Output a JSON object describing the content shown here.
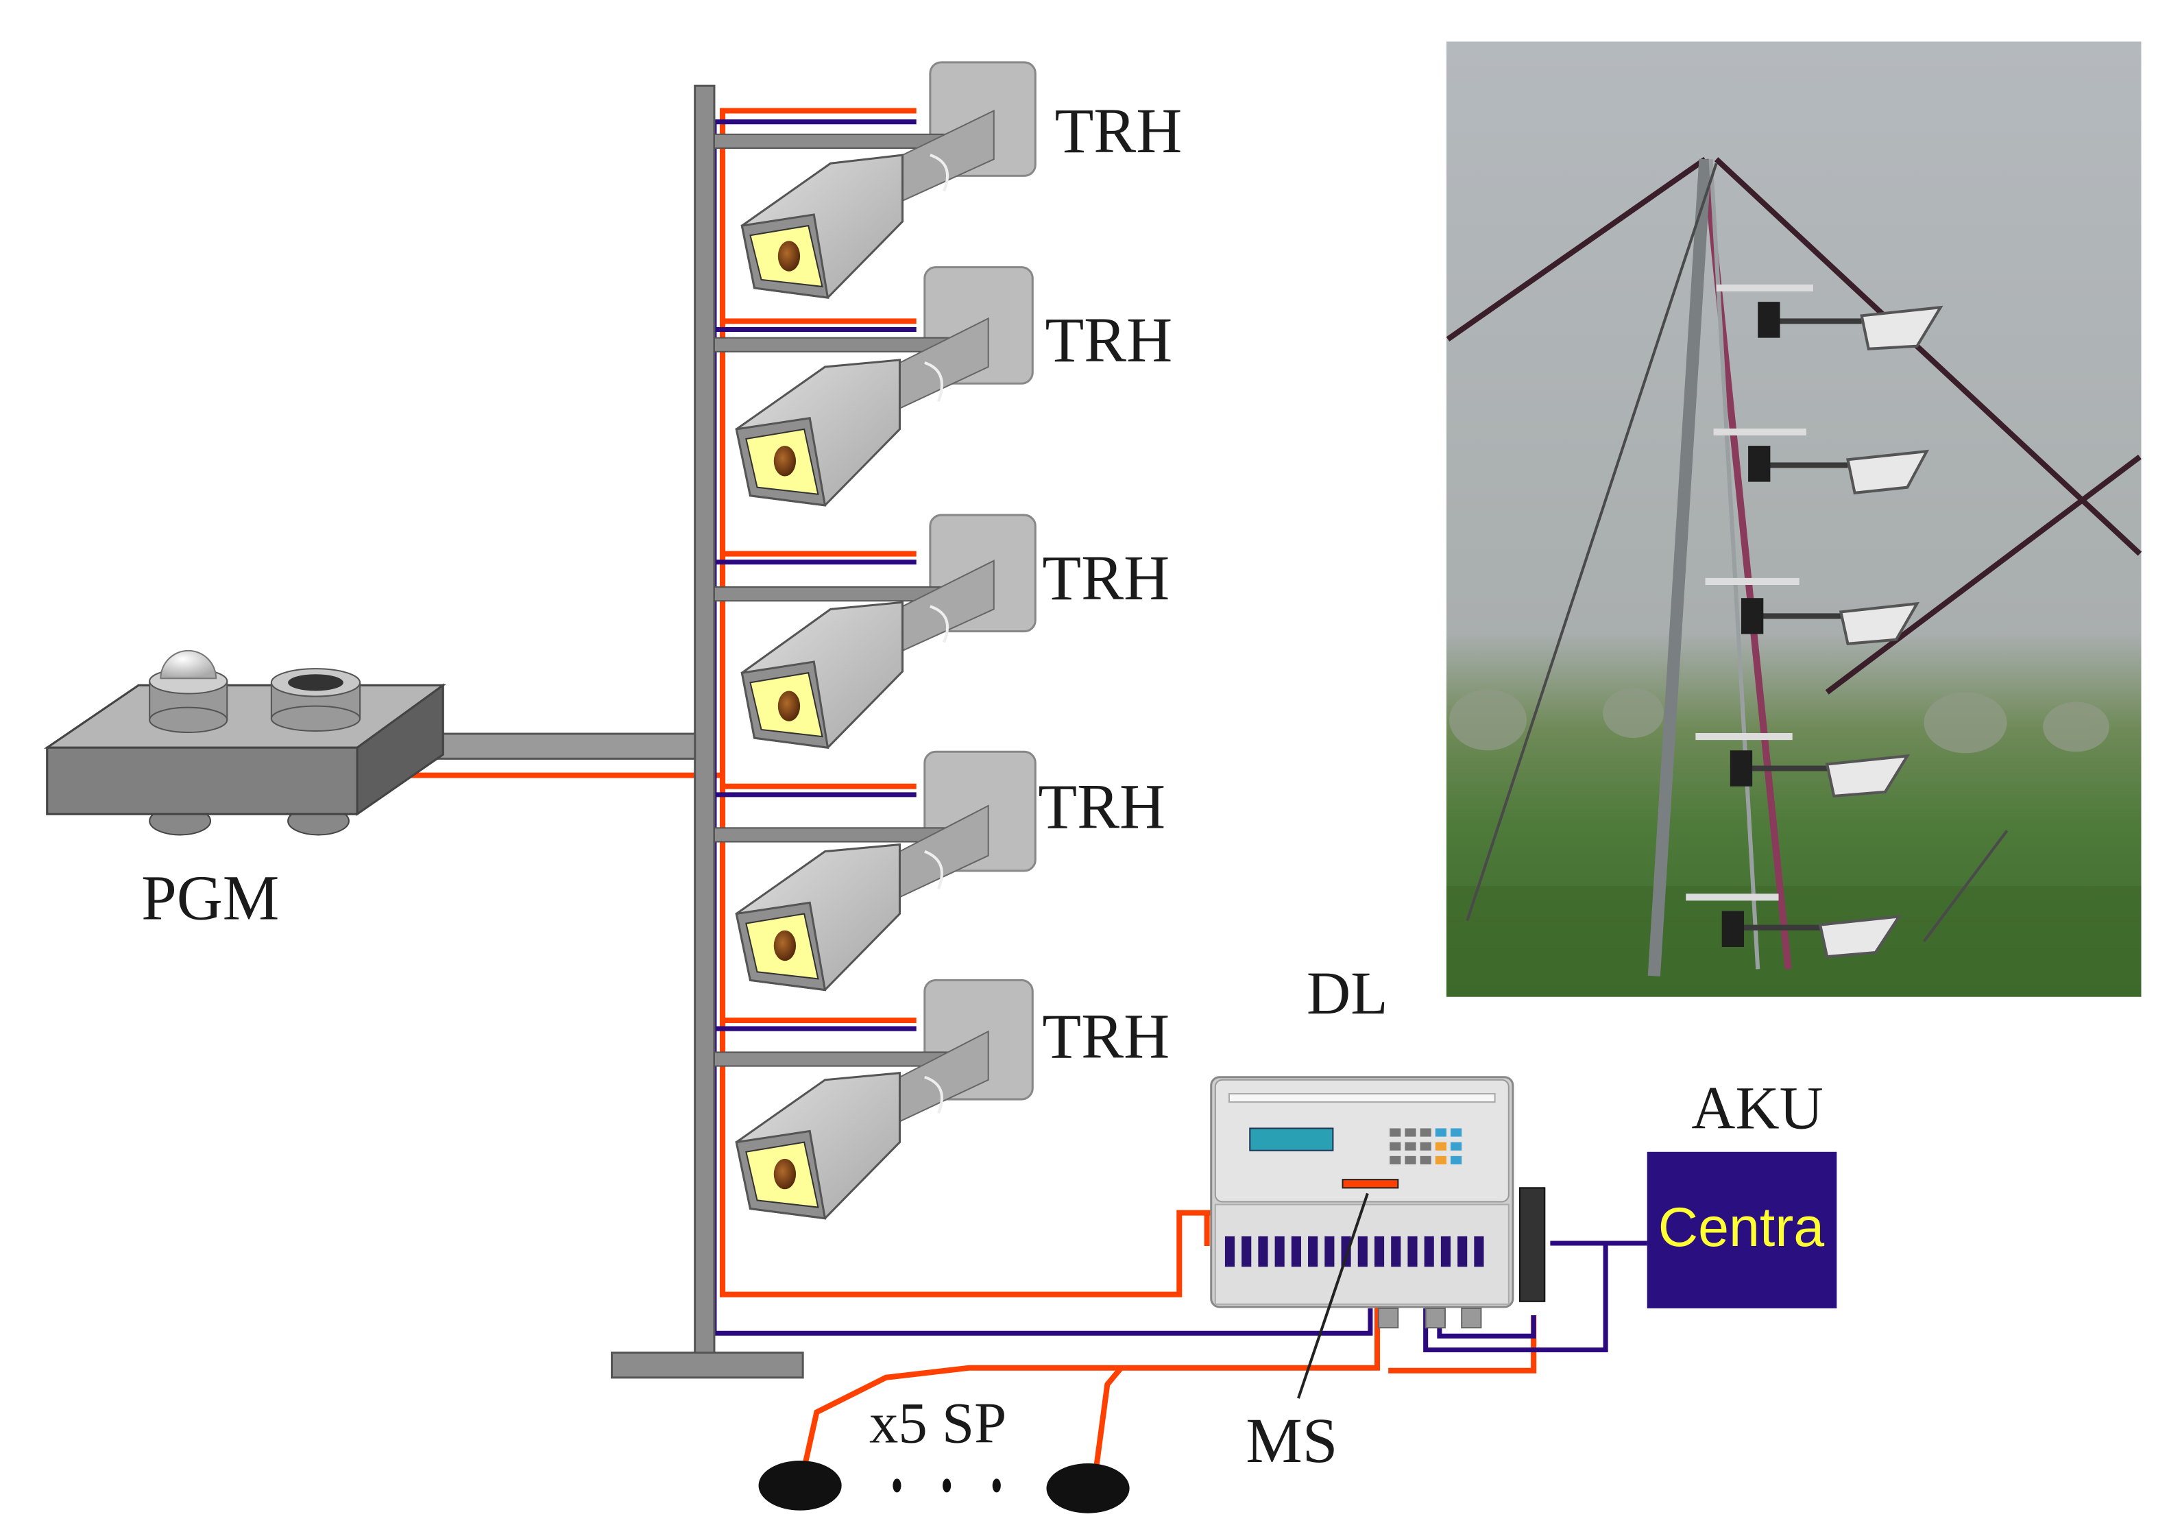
{
  "labels": {
    "pgm": "PGM",
    "trh": [
      "TRH",
      "TRH",
      "TRH",
      "TRH",
      "TRH"
    ],
    "dl": "DL",
    "aku": "AKU",
    "centra": "Centra",
    "sp": "x5 SP",
    "ms": "MS"
  },
  "colors": {
    "red_wire": "#ff4000",
    "blue_wire": "#2b0a80",
    "mast": "#8c8c8c",
    "housing": "#c4c4c4",
    "aku_box": "#2a0f80",
    "centra_text": "#ffff33",
    "sensor_face": "#ffff99"
  },
  "icons": {
    "pgm": "pyranometer-module-icon",
    "trh": "radiation-shield-icon",
    "dl": "datalogger-icon",
    "aku": "battery-box-icon",
    "sp": "soil-probe-icon",
    "photo": "field-mast-photo"
  }
}
